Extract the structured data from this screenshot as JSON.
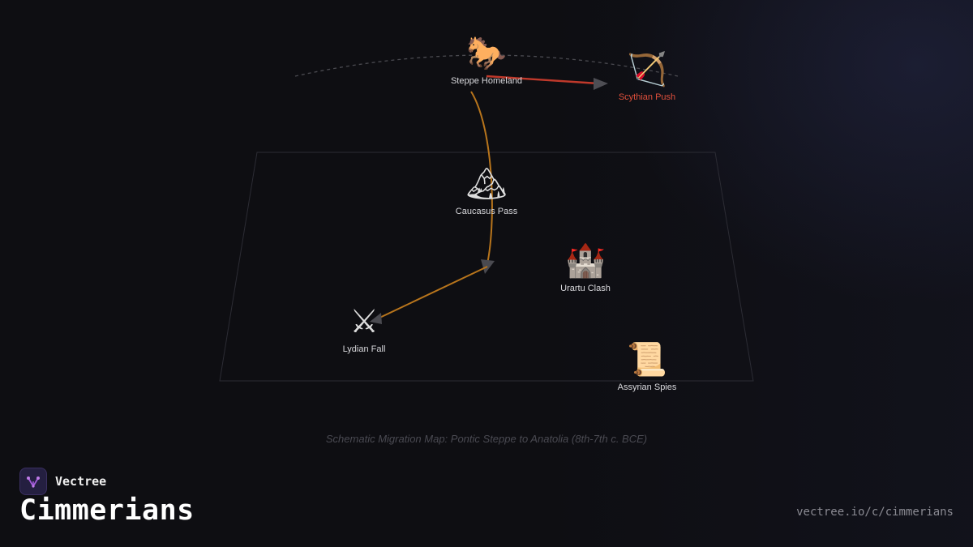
{
  "nodes": {
    "steppe": {
      "label": "Steppe Homeland",
      "icon": "horse-icon",
      "glyph": "🐎"
    },
    "scythian": {
      "label": "Scythian Push",
      "icon": "bow-and-arrow-icon",
      "glyph": "🏹"
    },
    "caucasus": {
      "label": "Caucasus Pass",
      "icon": "snow-mountain-icon",
      "glyph": "🏔"
    },
    "urartu": {
      "label": "Urartu Clash",
      "icon": "castle-icon",
      "glyph": "🏰"
    },
    "lydian": {
      "label": "Lydian Fall",
      "icon": "crossed-swords-icon",
      "glyph": "⚔"
    },
    "assyrian": {
      "label": "Assyrian Spies",
      "icon": "scroll-icon",
      "glyph": "📜"
    }
  },
  "caption": "Schematic Migration Map: Pontic Steppe to Anatolia (8th-7th c. BCE)",
  "brand": {
    "name": "Vectree",
    "logo_icon": "vectree-logo-icon"
  },
  "title": "Cimmerians",
  "url": "vectree.io/c/cimmerians",
  "colors": {
    "background": "#0e0e12",
    "migration_path": "#b8751c",
    "push_arrow": "#c0392b",
    "arrowhead": "#555555",
    "highlight_label": "#e0503c"
  }
}
